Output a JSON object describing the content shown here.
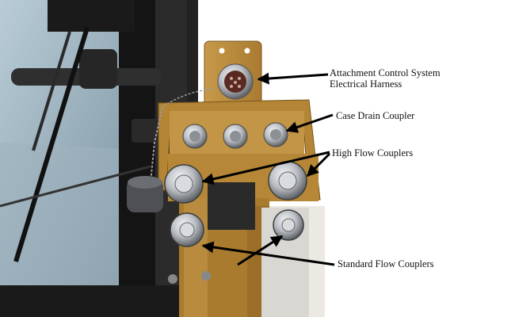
{
  "labels": {
    "harness_line1": "Attachment Control System",
    "harness_line2": "Electrical Harness",
    "case_drain": "Case Drain Coupler",
    "high_flow": "High Flow Couplers",
    "standard_flow": "Standard Flow Couplers"
  },
  "colors": {
    "bracket": "#b8893a",
    "bracket_dark": "#8c6424",
    "chrome": "#c9ccd0",
    "cab_dark": "#1b1b1b",
    "glass": "#8fa6b3",
    "arrow": "#000000"
  }
}
